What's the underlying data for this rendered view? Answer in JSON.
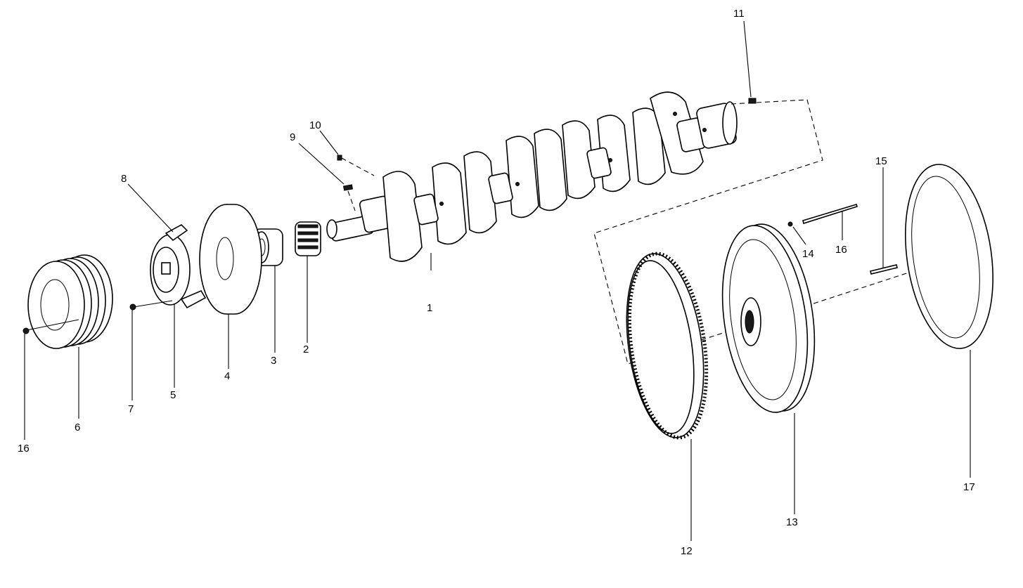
{
  "callouts": {
    "c1": "1",
    "c2": "2",
    "c3": "3",
    "c4": "4",
    "c5": "5",
    "c6": "6",
    "c7": "7",
    "c8": "8",
    "c9": "9",
    "c10": "10",
    "c11": "11",
    "c12": "12",
    "c13": "13",
    "c14": "14",
    "c15": "15",
    "c16a": "16",
    "c16b": "16",
    "c17": "17"
  },
  "colors": {
    "line": "#000000",
    "background": "#ffffff"
  }
}
